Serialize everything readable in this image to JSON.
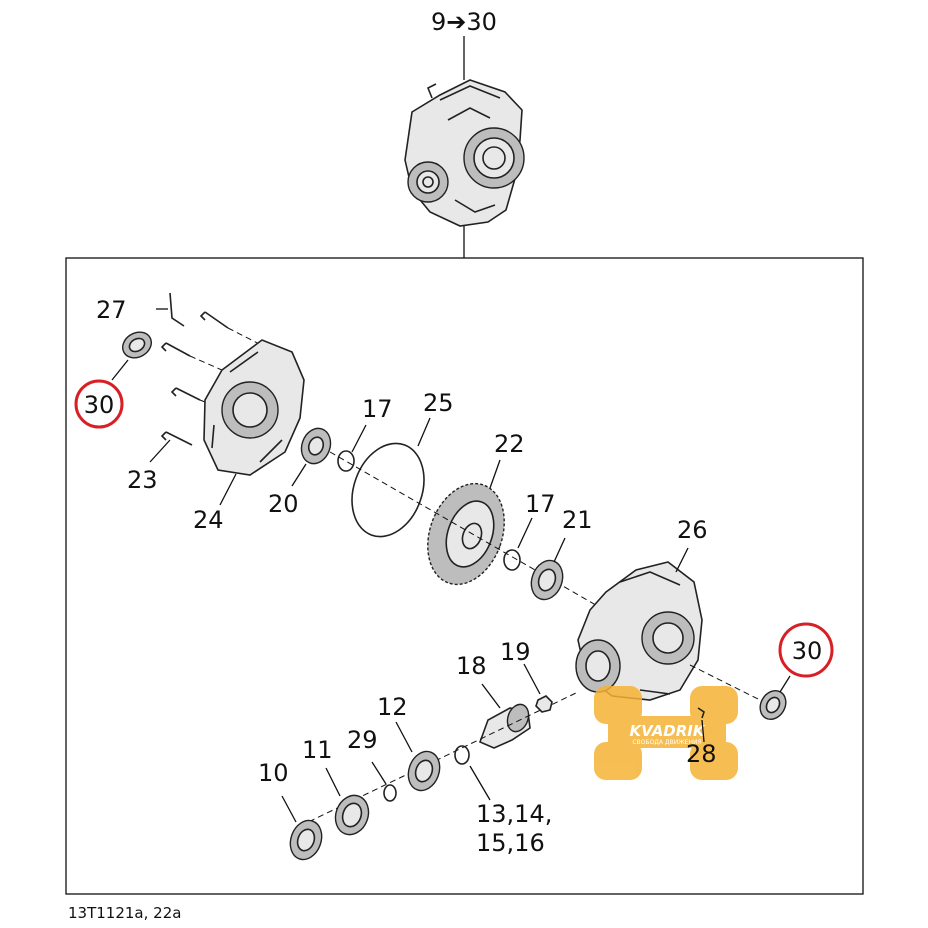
{
  "header": {
    "assembly_label": "9➔30"
  },
  "callouts": {
    "c27": "27",
    "c30_left": "30",
    "c23": "23",
    "c24": "24",
    "c20": "20",
    "c17_top": "17",
    "c25": "25",
    "c22": "22",
    "c17_mid": "17",
    "c21": "21",
    "c26": "26",
    "c30_right": "30",
    "c18": "18",
    "c19": "19",
    "c12": "12",
    "c11": "11",
    "c29": "29",
    "c10": "10",
    "c13_16_a": "13,14,",
    "c13_16_b": "15,16",
    "c28": "28"
  },
  "reference_code": "13T1121a, 22a",
  "watermark": {
    "brand": "KVADRIK",
    "tagline": "СВОБОДА ДВИЖЕНИЯ",
    "color": "#f5b335"
  },
  "highlight_color": "#d91f26"
}
